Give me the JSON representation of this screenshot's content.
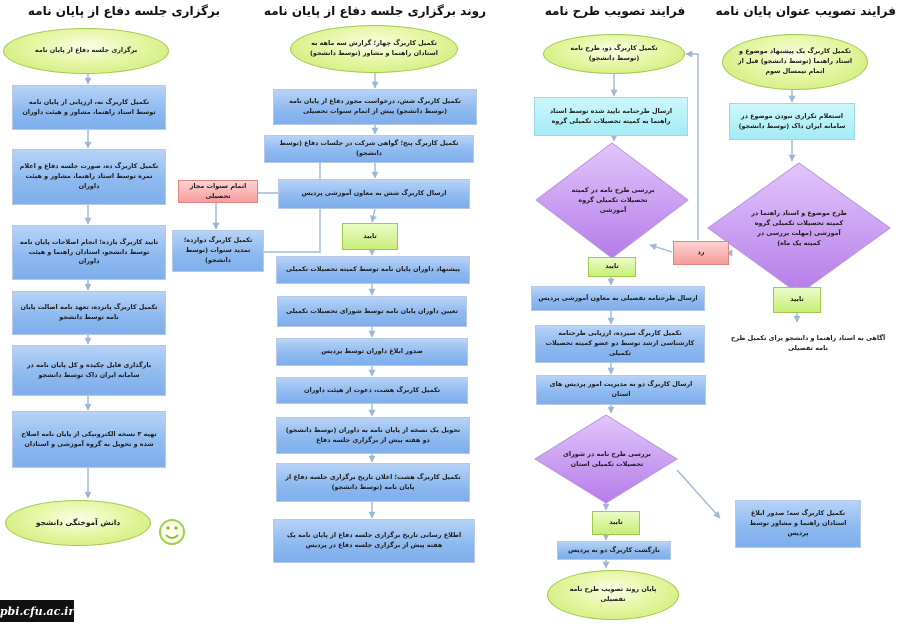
{
  "titles": {
    "col1": "فرایند تصویب عنوان پایان نامه",
    "col2": "فرایند تصویب طرح نامه",
    "col3": "روند برگزاری جلسه دفاع از پایان نامه",
    "col4": "برگزاری جلسه دفاع از پایان نامه"
  },
  "col1": {
    "start": "تکمیل کاربرگ یک پیشنهاد موضوع و استاد راهنما (توسط دانشجو) قبل از اتمام نیمسال سوم",
    "inquiry": "استعلام تکراری نبودن موضوع در سامانه ایران داک (توسط دانشجو)",
    "decision": "طرح موضوع و استاد راهنما در کمیته تحصیلات تکمیلی گروه آموزشی (مهلت بررسی در کمیته یک ماه)",
    "approve": "تایید",
    "reject": "رد",
    "inform": "آگاهی به استاد راهنما و دانشجو برای تکمیل طرح نامه تفصیلی"
  },
  "col2": {
    "start": "تکمیل کاربرگ دو، طرح نامه (توسط دانشجو)",
    "send_group": "ارسال طرحنامه تایید شده توسط استاد راهنما به کمیته تحصیلات تکمیلی گروه",
    "decision1": "بررسی طرح نامه در کمیته تحصیلات تکمیلی گروه آموزشی",
    "approve1": "تایید",
    "send_deputy": "ارسال طرحنامه تفصیلی به معاون آموزشی پردیس",
    "form13": "تکمیل کاربرگ سیزده، ارزیابی طرحنامه کارشناسی ارشد توسط دو عضو کمیته تحصیلات تکمیلی",
    "send_form2": "ارسال کاربرگ دو به مدیریت امور پردیس های استان",
    "decision2": "بررسی طرح نامه در شورای تحصیلات تکمیلی استان",
    "approve2": "تایید",
    "return_form2": "بازگشت کاربرگ دو به پردیس",
    "end": "پایان روند تصویب طرح نامه تفصیلی",
    "form3": "تکمیل کاربرگ سه؛ صدور ابلاغ استادان راهنما و مشاور توسط پردیس"
  },
  "col3": {
    "start": "تکمیل کاربرگ چهار؛ گزارش سه ماهه به استادان راهنما و مشاور (توسط دانشجو)",
    "form6": "تکمیل کاربرگ شش، درخواست مجوز دفاع از پایان نامه (توسط دانشجو) پیش از اتمام سنوات تحصیلی",
    "form5": "تکمیل کاربرگ پنج؛ گواهی شرکت در جلسات دفاع (توسط دانشجو)",
    "send_form6": "ارسال کاربرگ شش به معاون آموزشی پردیس",
    "approve": "تایید",
    "propose": "پیشنهاد داوران پایان نامه توسط کمیته تحصیلات تکمیلی",
    "assign": "تعیین داوران پایان نامه توسط شورای تحصیلات تکمیلی",
    "notify": "صدور ابلاغ داوران توسط پردیس",
    "form8": "تکمیل کاربرگ هشت، دعوت از هیئت داوران",
    "deliver": "تحویل یک نسخه از پایان نامه به داوران (توسط دانشجو) دو هفته پیش از برگزاری جلسه دفاع",
    "form8b": "تکمیل کاربرگ هشت؛ اعلان تاریخ برگزاری جلسه دفاع از پایان نامه (توسط دانشجو)",
    "announce": "اطلاع رسانی تاریخ برگزاری جلسه دفاع از پایان نامه یک هفته پیش از برگزاری جلسه دفاع در پردیس",
    "side_title": "اتمام سنوات مجاز تحصیلی",
    "side_form12": "تکمیل کاربرگ دوازده؛ تمدید سنوات (توسط دانشجو)"
  },
  "col4": {
    "start": "برگزاری جلسه دفاع از پایان نامه",
    "form9": "تکمیل کاربرگ نه، ارزیابی از پایان نامه توسط استاد راهنما، مشاور و هیئت داوران",
    "form10": "تکمیل کاربرگ ده، صورت جلسه دفاع و اعلام نمره توسط استاد راهنما، مشاور و هیئت داوران",
    "form11": "تایید کاربرگ یازده؛ انجام اصلاحات پایان نامه توسط دانشجو، استادان راهنما و هیئت داوران",
    "form15": "تکمیل کاربرگ پانزده، تعهد نامه اصالت پایان نامه توسط دانشجو",
    "upload": "بارگذاری فایل چکیده و کل پایان نامه در سامانه ایران داک توسط دانشجو",
    "deliver_copies": "تهیه ۳ نسخه الکترونیکی از پایان نامه اصلاح شده و تحویل به گروه آموزشی و استادان",
    "end": "دانش آموختگی دانشجو"
  },
  "footer": "pbi.cfu.ac.ir",
  "colors": {
    "box_blue": "#8fbaf0",
    "box_cyan": "#a4ebf5",
    "diamond_purple": "#c08cf0",
    "oval_green": "#d9f28c",
    "reject_pink": "#f59c9c",
    "arrow": "#9fb7d6"
  }
}
